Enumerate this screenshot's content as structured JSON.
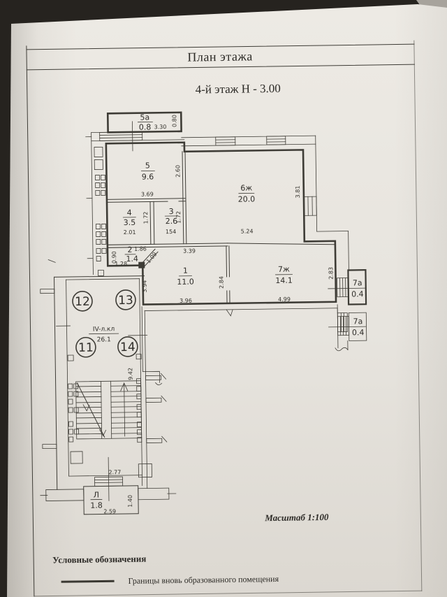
{
  "photo": {
    "paper_color": "#e9e6e0",
    "background_color": "#25221e",
    "ink_color": "#3e3c36"
  },
  "document": {
    "title": "План этажа",
    "subtitle": "4-й этаж Н - 3.00",
    "scale": "Масштаб 1:100",
    "legend_title": "Условные обозначения",
    "legend_boundary": "Границы вновь образованного помещения"
  },
  "rooms": {
    "r5a": {
      "num": "5а",
      "area": "0.8"
    },
    "r5": {
      "num": "5",
      "area": "9.6"
    },
    "r4": {
      "num": "4",
      "area": "3.5"
    },
    "r3": {
      "num": "3",
      "area": "2.6"
    },
    "r2": {
      "num": "2",
      "area": "1.4"
    },
    "r1": {
      "num": "1",
      "area": "11.0"
    },
    "r6": {
      "num": "6ж",
      "area": "20.0"
    },
    "r7": {
      "num": "7ж",
      "area": "14.1"
    },
    "r7a_top": {
      "num": "7а",
      "area": "0.4"
    },
    "r7a_bottom": {
      "num": "7а",
      "area": "0.4"
    },
    "stairwell": {
      "num": "IV-л.кл",
      "area": "26.1"
    },
    "loggia": {
      "num": "Л",
      "area": "1.8"
    }
  },
  "positions": {
    "n11": "11",
    "n12": "12",
    "n13": "13",
    "n14": "14"
  },
  "dims": {
    "b5a_w": "3.30",
    "b5a_d": "0.80",
    "r5_w": "3.69",
    "r5_h": "2.60",
    "r4_w": "2.01",
    "r4_h": "1.72",
    "r3_w": "154",
    "r3_h": "1.72",
    "r6_w": "5.24",
    "r6_h": "3.81",
    "r2_d": "0.90",
    "r2_w": "1.28",
    "r2_t": "1.86",
    "r2_diag": "1.09",
    "r1_t": "3.39",
    "r1_l": "3.94",
    "r1_m": "2.84",
    "r1_w": "3.96",
    "r7_w": "4.99",
    "r7_h": "2.83",
    "st_h": "9.42",
    "st_w": "2.77",
    "lg_w": "2.59",
    "lg_h": "1.40"
  }
}
